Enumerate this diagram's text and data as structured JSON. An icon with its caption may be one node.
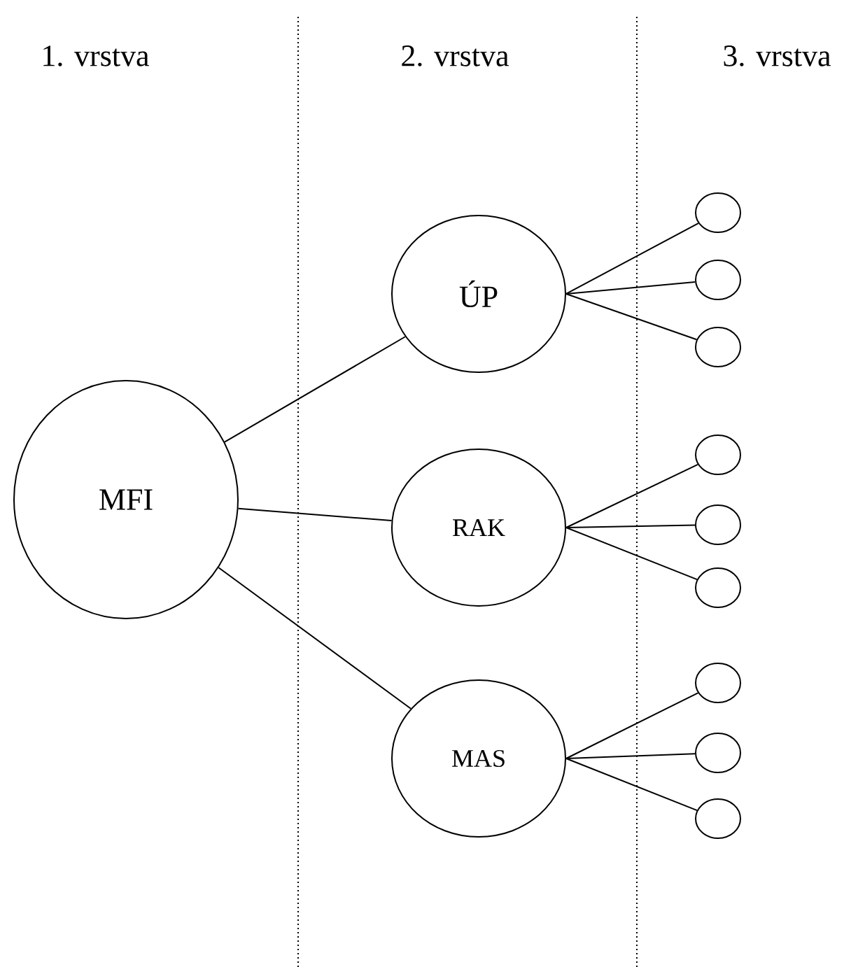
{
  "diagram": {
    "nodes": [
      {
        "text": [
          "MFI"
        ]
      },
      {
        "text": [
          "ÚP"
        ]
      },
      {
        "text": [
          "RAK"
        ]
      },
      {
        "text": [
          "MAS"
        ]
      },
      {
        "text": [],
        "shape": "circle"
      },
      {
        "text": [],
        "shape": "circle"
      },
      {
        "text": [],
        "shape": "circle"
      },
      {
        "text": [],
        "shape": "circle"
      },
      {
        "text": [],
        "shape": "circle"
      },
      {
        "text": [],
        "shape": "circle"
      },
      {
        "text": [],
        "shape": "circle"
      },
      {
        "text": [],
        "shape": "circle"
      },
      {
        "text": [],
        "shape": "circle"
      }
    ],
    "edges": [
      {
        "from": 0,
        "to": 1,
        "arrow": "none"
      },
      {
        "from": 0,
        "to": 2,
        "arrow": "none"
      },
      {
        "from": 0,
        "to": 3,
        "arrow": "none"
      },
      {
        "from": 1,
        "to": 4,
        "arrow": "none"
      },
      {
        "from": 1,
        "to": 5,
        "arrow": "none"
      },
      {
        "from": 1,
        "to": 6,
        "arrow": "none"
      },
      {
        "from": 2,
        "to": 7,
        "arrow": "none"
      },
      {
        "from": 2,
        "to": 8,
        "arrow": "none"
      },
      {
        "from": 2,
        "to": 9,
        "arrow": "none"
      },
      {
        "from": 3,
        "to": 10,
        "arrow": "none"
      },
      {
        "from": 3,
        "to": 11,
        "arrow": "none"
      },
      {
        "from": 3,
        "to": 12,
        "arrow": "none"
      }
    ],
    "labels": [
      "1. vrstva",
      "2. vrstva",
      "3. vrstva"
    ]
  }
}
